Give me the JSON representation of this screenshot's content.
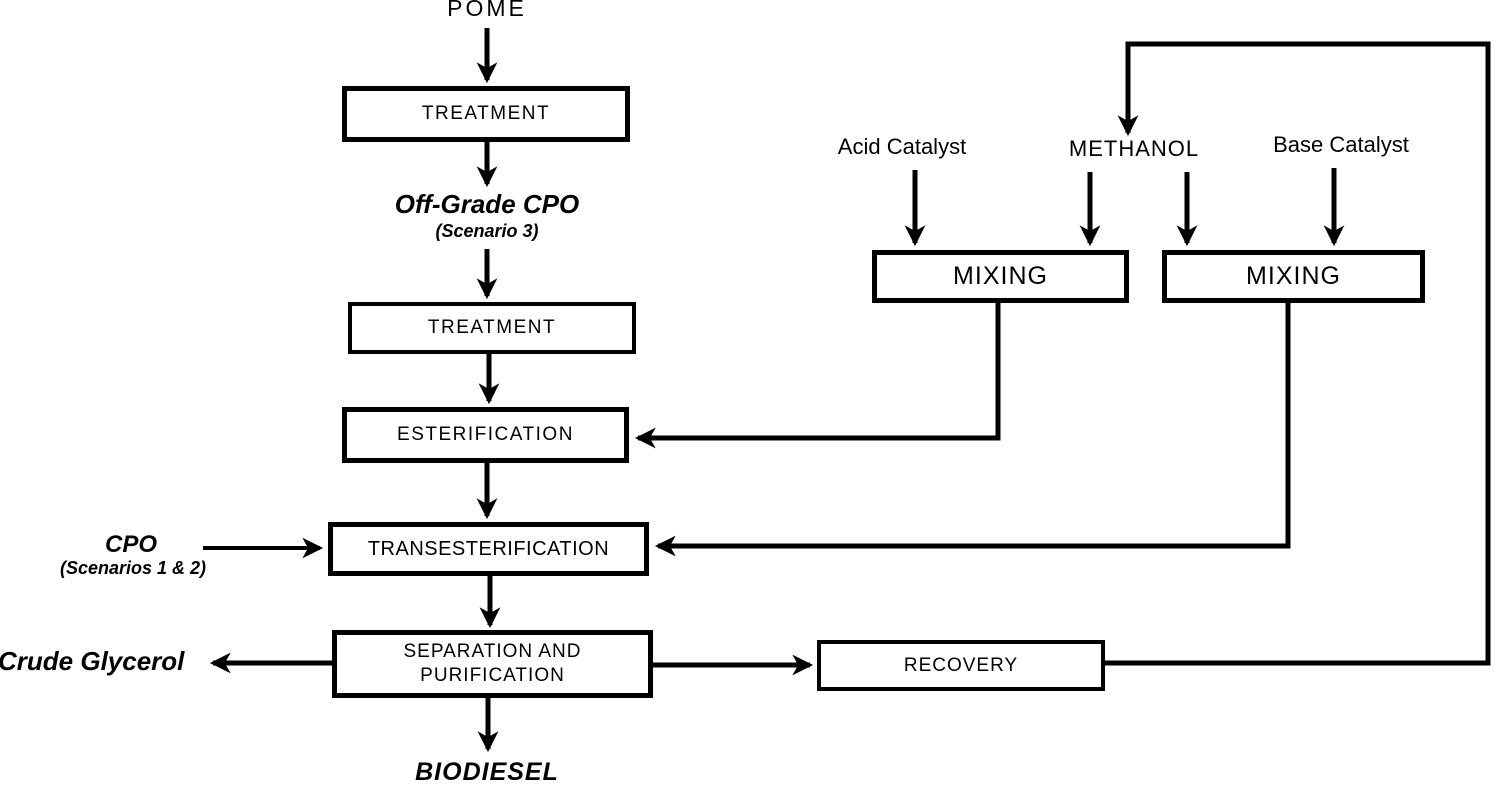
{
  "diagram": {
    "background": "#ffffff",
    "line_color": "#000000",
    "labels": {
      "pome": "POME",
      "treatment_1": "TREATMENT",
      "off_grade_cpo": "Off-Grade CPO",
      "off_grade_cpo_note": "(Scenario 3)",
      "treatment_2": "TREATMENT",
      "esterification": "ESTERIFICATION",
      "transesterification": "TRANSESTERIFICATION",
      "cpo": "CPO",
      "cpo_note": "(Scenarios 1 & 2)",
      "separation_line_1": "SEPARATION AND",
      "separation_line_2": "PURIFICATION",
      "crude_glycerol": "Crude Glycerol",
      "biodiesel": "BIODIESEL",
      "recovery": "RECOVERY",
      "mixing_acid": "MIXING",
      "mixing_base": "MIXING",
      "acid_catalyst": "Acid Catalyst",
      "methanol": "METHANOL",
      "base_catalyst": "Base Catalyst"
    },
    "edges": [
      {
        "from": "POME",
        "to": "TREATMENT (1)"
      },
      {
        "from": "TREATMENT (1)",
        "to": "Off-Grade CPO (Scenario 3)"
      },
      {
        "from": "Off-Grade CPO (Scenario 3)",
        "to": "TREATMENT (2)"
      },
      {
        "from": "TREATMENT (2)",
        "to": "ESTERIFICATION"
      },
      {
        "from": "ESTERIFICATION",
        "to": "TRANSESTERIFICATION"
      },
      {
        "from": "CPO (Scenarios 1 & 2)",
        "to": "TRANSESTERIFICATION"
      },
      {
        "from": "TRANSESTERIFICATION",
        "to": "SEPARATION AND PURIFICATION"
      },
      {
        "from": "SEPARATION AND PURIFICATION",
        "to": "Crude Glycerol"
      },
      {
        "from": "SEPARATION AND PURIFICATION",
        "to": "BIODIESEL"
      },
      {
        "from": "SEPARATION AND PURIFICATION",
        "to": "RECOVERY"
      },
      {
        "from": "RECOVERY",
        "to": "METHANOL (methanol recycle loop)"
      },
      {
        "from": "Acid Catalyst",
        "to": "MIXING (acid)"
      },
      {
        "from": "METHANOL",
        "to": "MIXING (acid)"
      },
      {
        "from": "METHANOL",
        "to": "MIXING (base)"
      },
      {
        "from": "Base Catalyst",
        "to": "MIXING (base)"
      },
      {
        "from": "MIXING (acid)",
        "to": "ESTERIFICATION"
      },
      {
        "from": "MIXING (base)",
        "to": "TRANSESTERIFICATION"
      }
    ]
  }
}
